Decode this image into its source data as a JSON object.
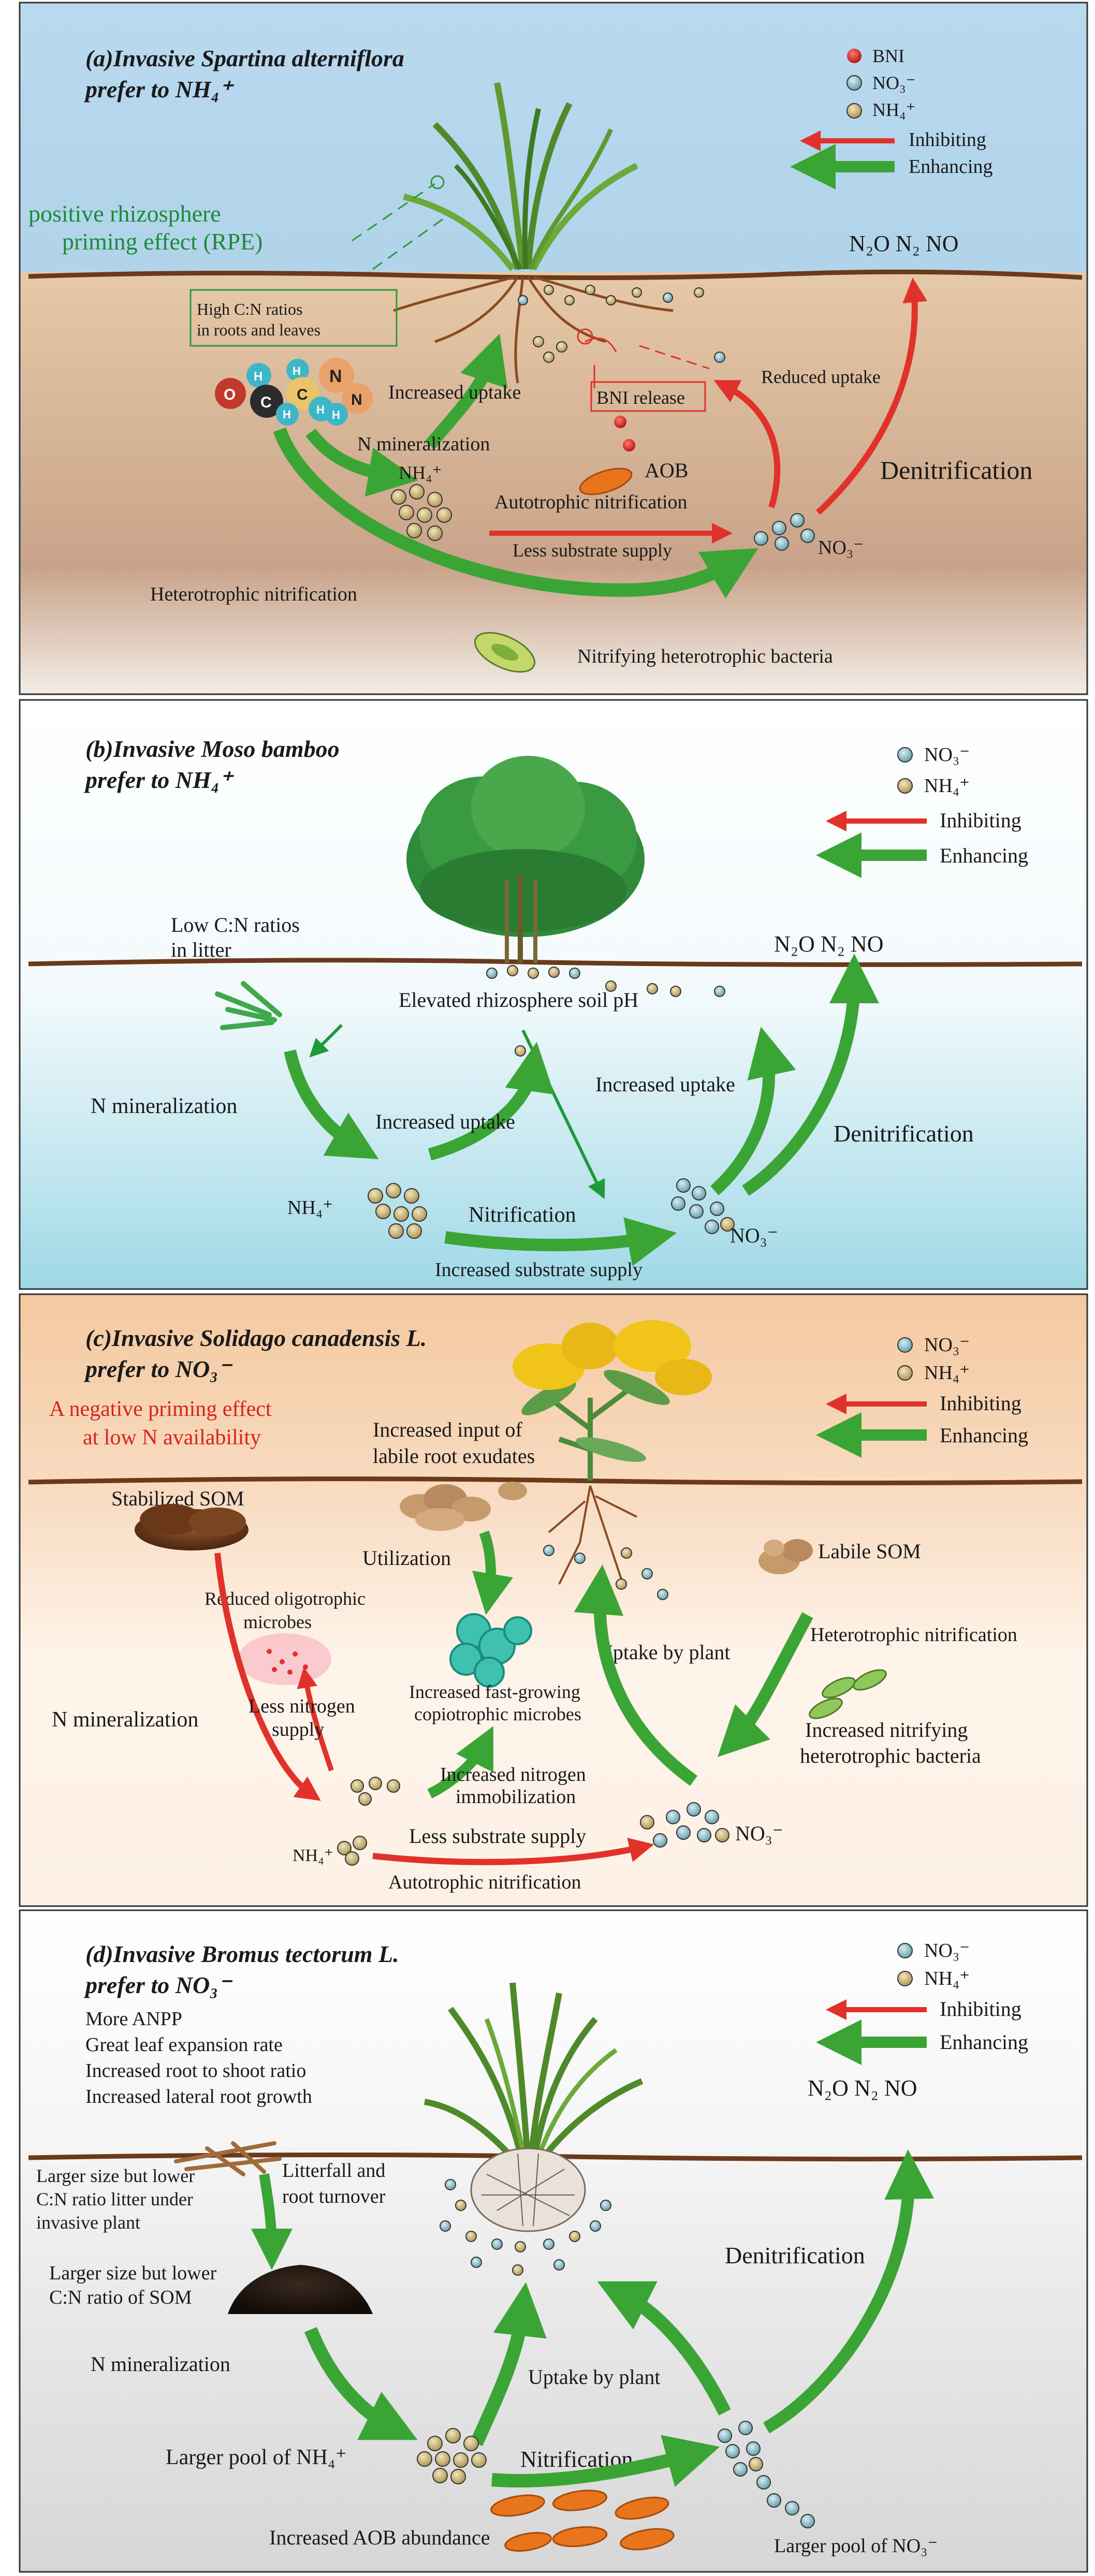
{
  "colors": {
    "enhancing_arrow": "#3aa535",
    "inhibiting_arrow": "#e0322a",
    "bni_dot": "#d62020",
    "no3_dot": "#7fb3bd",
    "nh4_dot": "#c8b27a",
    "soil_line": "#6a3a1a",
    "rpe_text": "#1c8a3a",
    "negative_priming_text": "#d8231f"
  },
  "legend": {
    "bni": "BNI",
    "no3": "NO₃⁻",
    "nh4": "NH₄⁺",
    "inhibiting": "Inhibiting",
    "enhancing": "Enhancing"
  },
  "panels": [
    {
      "id": "a",
      "title_line1": "(a)Invasive Spartina alterniflora",
      "title_line2": "prefer to NH₄⁺",
      "labels": {
        "rpe_line1": "positive rhizosphere",
        "rpe_line2": "priming effect (RPE)",
        "cn_line1": "High C:N ratios",
        "cn_line2": "in roots and leaves",
        "gases": "N₂O N₂ NO",
        "increased_uptake": "Increased  uptake",
        "bni_release": "BNI release",
        "reduced_uptake": "Reduced uptake",
        "n_mineralization": "N mineralization",
        "nh4": "NH₄⁺",
        "aob": "AOB",
        "autotrophic_nitrification": "Autotrophic nitrification",
        "less_substrate": "Less substrate supply",
        "no3": "NO₃⁻",
        "denitrification": "Denitrification",
        "heterotrophic_nitrification": "Heterotrophic nitrification",
        "nitrifying_bacteria": "Nitrifying heterotrophic bacteria"
      },
      "molecule_letters": [
        "O",
        "H",
        "C",
        "H",
        "C",
        "N",
        "H",
        "H",
        "N",
        "H"
      ]
    },
    {
      "id": "b",
      "title_line1": "(b)Invasive Moso bamboo",
      "title_line2": "prefer to NH₄⁺",
      "labels": {
        "low_cn_line1": "Low C:N ratios",
        "low_cn_line2": "in litter",
        "elevated_ph": "Elevated rhizosphere soil pH",
        "gases": "N₂O N₂ NO",
        "n_mineralization": "N mineralization",
        "increased_uptake_1": "Increased  uptake",
        "increased_uptake_2": "Increased  uptake",
        "denitrification": "Denitrification",
        "nh4": "NH₄⁺",
        "nitrification": "Nitrification",
        "no3": "NO₃⁻",
        "increased_substrate": "Increased substrate supply"
      }
    },
    {
      "id": "c",
      "title_line1": "(c)Invasive Solidago canadensis L.",
      "title_line2": "prefer to NO₃⁻",
      "labels": {
        "negative_priming_line1": "A negative priming effect",
        "negative_priming_line2": "at low N availability",
        "root_exudates_line1": "Increased input of",
        "root_exudates_line2": "labile root exudates",
        "stabilized_som": "Stabilized SOM",
        "utilization": "Utilization",
        "labile_som": "Labile SOM",
        "reduced_microbes_line1": "Reduced oligotrophic",
        "reduced_microbes_line2": "microbes",
        "uptake_by_plant": "Uptake by plant",
        "heterotrophic_nitrification": "Heterotrophic nitrification",
        "n_mineralization": "N mineralization",
        "less_nitrogen_line1": "Less nitrogen",
        "less_nitrogen_line2": "supply",
        "fast_growing_line1": "Increased fast-growing",
        "fast_growing_line2": "copiotrophic microbes",
        "nitrifying_line1": "Increased nitrifying",
        "nitrifying_line2": "heterotrophic bacteria",
        "immobilization_line1": "Increased nitrogen",
        "immobilization_line2": "immobilization",
        "nh4": "NH₄⁺",
        "less_substrate": "Less substrate supply",
        "no3": "NO₃⁻",
        "autotrophic_nitrification": "Autotrophic nitrification"
      }
    },
    {
      "id": "d",
      "title_line1": "(d)Invasive Bromus tectorum L.",
      "title_line2": "prefer to NO₃⁻",
      "labels": {
        "traits": [
          "More ANPP",
          "Great leaf expansion rate",
          "Increased root to shoot ratio",
          "Increased lateral root growth"
        ],
        "gases": "N₂O N₂ NO",
        "litter_line1": "Larger size but lower",
        "litter_line2": "C:N ratio litter under",
        "litter_line3": "invasive plant",
        "litterfall_line1": "Litterfall and",
        "litterfall_line2": "root turnover",
        "som_line1": "Larger size but lower",
        "som_line2": "C:N ratio of SOM",
        "denitrification": "Denitrification",
        "uptake_by_plant": "Uptake by plant",
        "n_mineralization": "N mineralization",
        "larger_nh4": "Larger pool of NH₄⁺",
        "nitrification": "Nitrification",
        "larger_no3": "Larger  pool of NO₃⁻",
        "aob": "Increased AOB abundance"
      }
    }
  ]
}
